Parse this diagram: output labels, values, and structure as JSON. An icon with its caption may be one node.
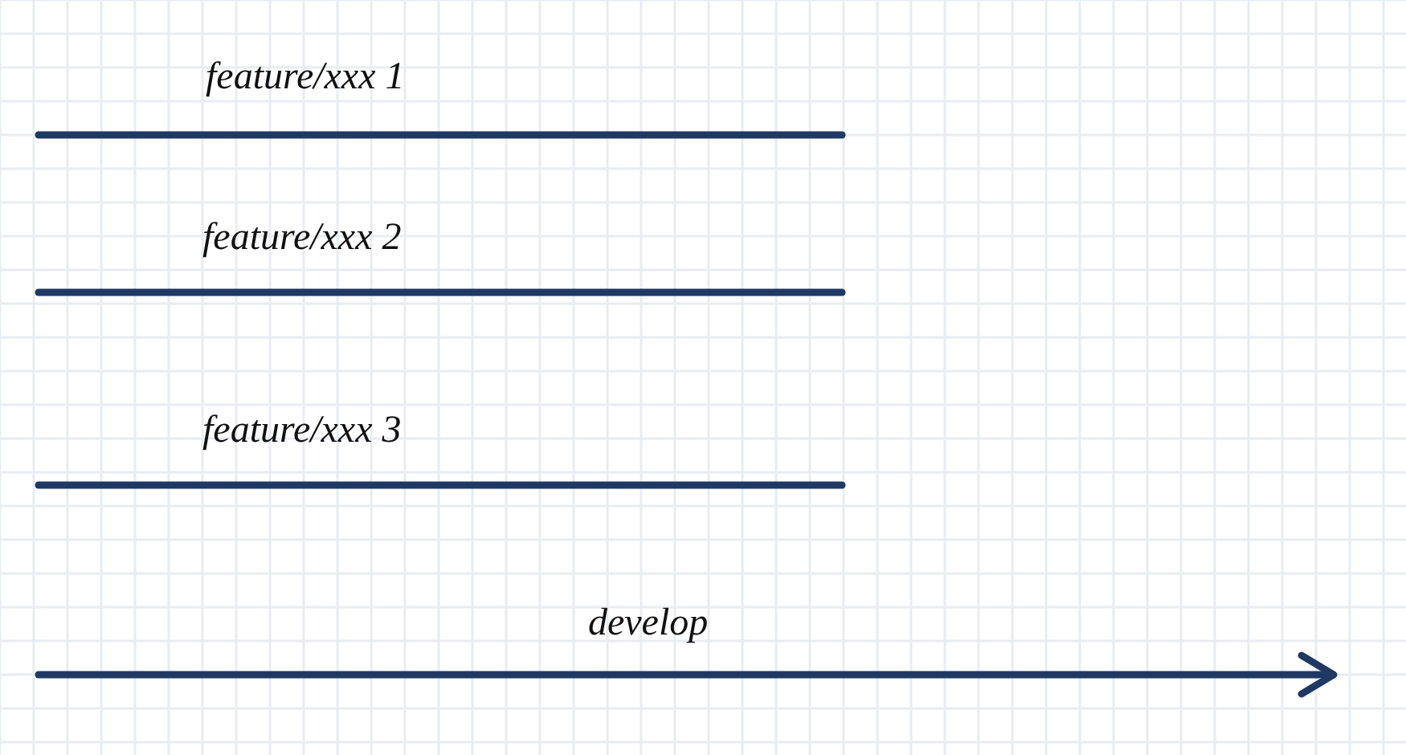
{
  "diagram": {
    "labels": [
      "feature/xxx 1",
      "feature/xxx 2",
      "feature/xxx 3",
      "develop"
    ]
  }
}
